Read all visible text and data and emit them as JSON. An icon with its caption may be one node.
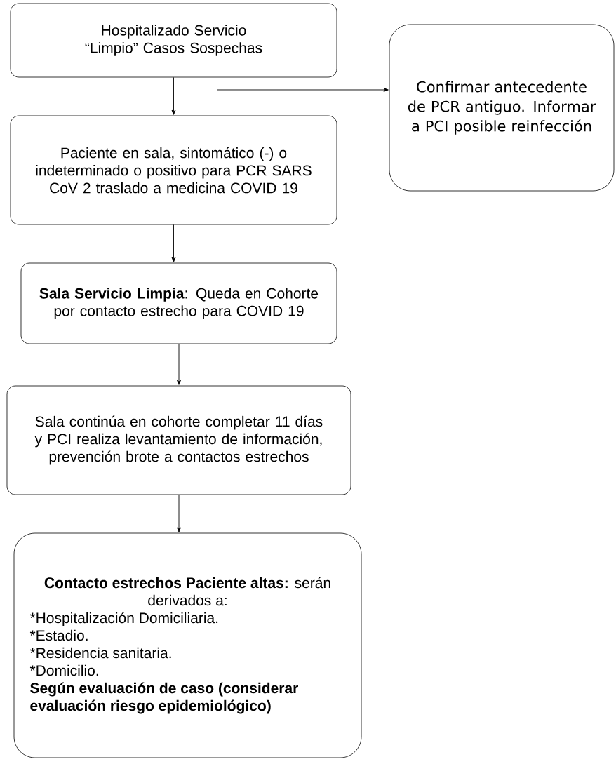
{
  "diagram": {
    "nodes": [
      {
        "text": [
          "Hospitalizado Servicio “Limpio” Casos Sospechas"
        ]
      },
      {
        "text": [
          "Paciente en sala, sintomático (-) o indeterminado  o positivo para PCR SARS CoV 2  traslado a medicina COVID 19"
        ]
      },
      {
        "text": [
          "**Sala Servicio Limpia**: Queda en Cohorte por contacto estrecho para COVID 19"
        ]
      },
      {
        "text": [
          "Sala continúa en cohorte completar 11 días y PCI  realiza levantamiento de información, prevención brote a contactos estrechos"
        ]
      },
      {
        "text": [
          "**Contacto estrechos Paciente altas:** serán derivados a:",
          "*Hospitalización Domiciliaria.",
          "*Estadio.",
          "*Residencia sanitaria.",
          "*Domicilio.",
          "Según evaluación de caso (considerar evaluación riesgo epidemiológico)"
        ]
      },
      {
        "text": [
          "Confirmar antecedente de PCR antiguo. Informar a PCI posible reinfección"
        ]
      }
    ],
    "edges": [
      {
        "from": 0,
        "to": 1,
        "arrow": "to"
      },
      {
        "from": 1,
        "to": 2,
        "arrow": "to"
      },
      {
        "from": 2,
        "to": 3,
        "arrow": "to"
      },
      {
        "from": 3,
        "to": 4,
        "arrow": "to"
      },
      {
        "from": null,
        "to": 5,
        "arrow": "to"
      }
    ]
  }
}
